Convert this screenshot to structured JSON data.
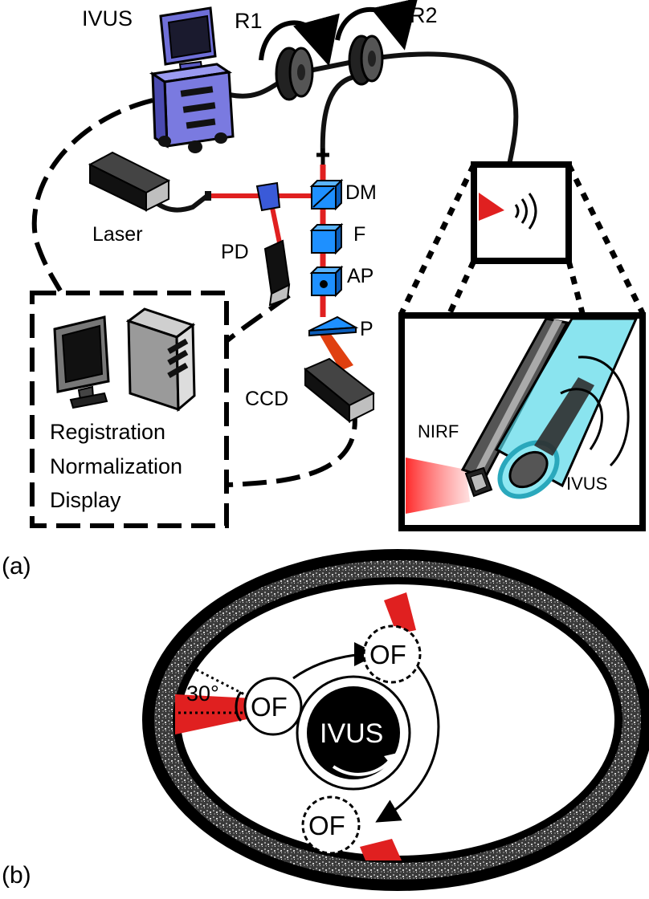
{
  "panel_a": {
    "label": "(a)",
    "ivus_console": "IVUS",
    "rotary_1": "R1",
    "rotary_2": "R2",
    "laser": "Laser",
    "photodiode": "PD",
    "dichroic_mirror": "DM",
    "filter": "F",
    "aperture": "AP",
    "prism": "P",
    "camera": "CCD",
    "computer_tasks": [
      "Registration",
      "Normalization",
      "Display"
    ],
    "catheter_nirf": "NIRF",
    "catheter_ivus": "IVUS"
  },
  "panel_b": {
    "label": "(b)",
    "angle": "30°",
    "fiber_positions": [
      "OF",
      "OF",
      "OF"
    ],
    "center": "IVUS"
  },
  "colors": {
    "laser_beam": "#e02020",
    "optic_blue": "#1e90ff",
    "console_purple": "#7a7ae0",
    "catheter_cyan": "#58d8e8"
  }
}
